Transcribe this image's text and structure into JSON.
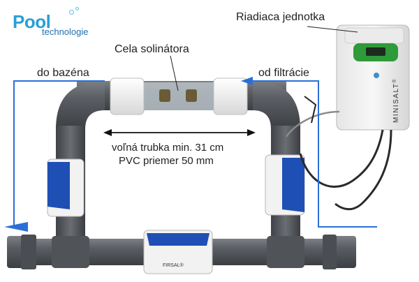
{
  "logo": {
    "brand": "Pool",
    "sub": "technologie"
  },
  "labels": {
    "control_unit": "Riadiaca jednotka",
    "cell": "Cela solinátora",
    "to_pool": "do bazéna",
    "from_filtration": "od filtrácie",
    "pipe_length": "voľná trubka min. 31 cm",
    "pipe_diameter": "PVC priemer 50 mm"
  },
  "device": {
    "brand": "MINISALT",
    "reg": "®"
  },
  "valve_brand": "FIRSAL®",
  "colors": {
    "pipe": "#5b5f64",
    "arrow": "#2b6fd6",
    "valve_blue": "#1e4fb5",
    "display_green": "#2f9a3a"
  }
}
